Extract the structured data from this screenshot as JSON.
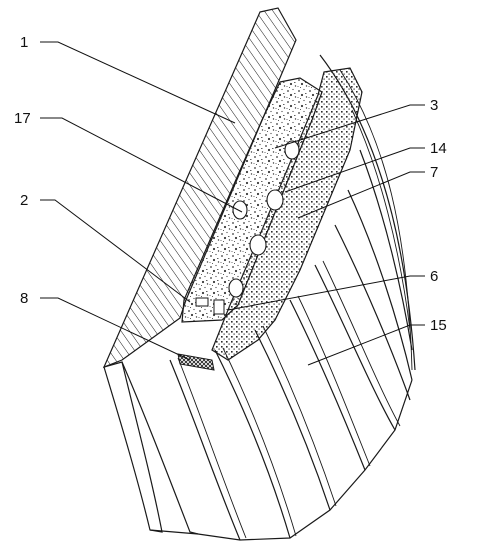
{
  "figure": {
    "labels": [
      {
        "id": "1",
        "text": "1"
      },
      {
        "id": "3",
        "text": "3"
      },
      {
        "id": "17",
        "text": "17"
      },
      {
        "id": "14",
        "text": "14"
      },
      {
        "id": "7",
        "text": "7"
      },
      {
        "id": "2",
        "text": "2"
      },
      {
        "id": "6",
        "text": "6"
      },
      {
        "id": "8",
        "text": "8"
      },
      {
        "id": "15",
        "text": "15"
      }
    ],
    "colors": {
      "line": "#1a1a1a",
      "outer_hatch": "#1a1a1a",
      "speckle": "#3a3a3a",
      "dots": "#2a2a2a",
      "background": "#ffffff"
    }
  }
}
